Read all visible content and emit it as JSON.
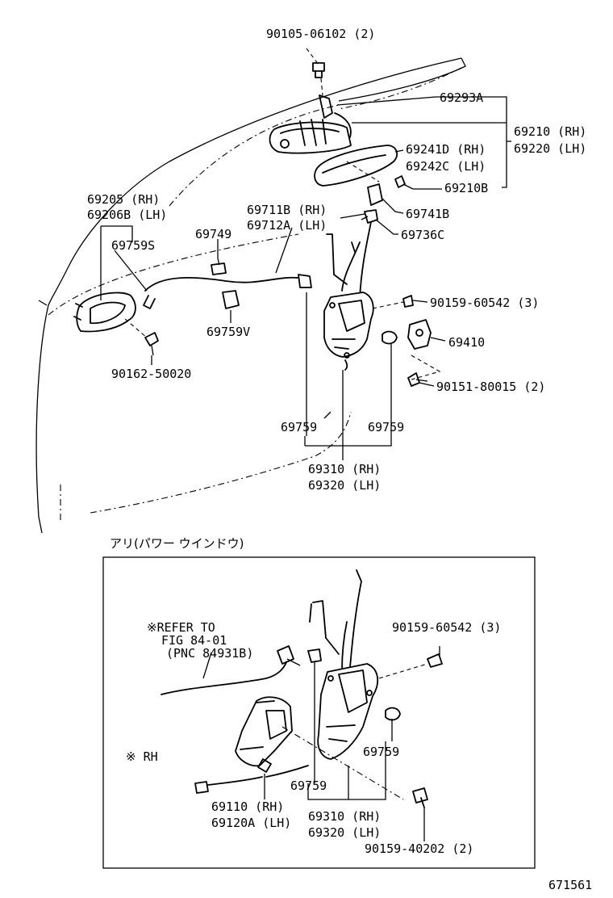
{
  "labels": {
    "l90105": "90105-06102 (2)",
    "l69293": "69293A",
    "l69210": "69210 (RH)",
    "l69220": "69220 (LH)",
    "l69241": "69241D (RH)",
    "l69242": "69242C (LH)",
    "l69210b": "69210B",
    "l69205": "69205  (RH)",
    "l69206": "69206B (LH)",
    "l69711": "69711B (RH)",
    "l69712": "69712A (LH)",
    "l69741": "69741B",
    "l69736": "69736C",
    "l69749": "69749",
    "l69759s": "69759S",
    "l69759v": "69759V",
    "l90159a": "90159-60542 (3)",
    "l69410": "69410",
    "l90151": "90151-80015 (2)",
    "l90162": "90162-50020",
    "l69759a": "69759",
    "l69759b": "69759",
    "l69310": "69310 (RH)",
    "l69320": "69320 (LH)",
    "section_title": "アリ(パワー ウインドウ)",
    "refer1": "※REFER TO",
    "refer2": "FIG 84-01",
    "refer3": "(PNC 84931B)",
    "rh_note": "※ RH",
    "l90159b": "90159-60542 (3)",
    "l69759c": "69759",
    "l69759d": "69759",
    "l69110": "69110  (RH)",
    "l69120": "69120A (LH)",
    "l69310b": "69310 (RH)",
    "l69320b": "69320 (LH)",
    "l90159c": "90159-40202 (2)",
    "fig_number": "671561"
  }
}
